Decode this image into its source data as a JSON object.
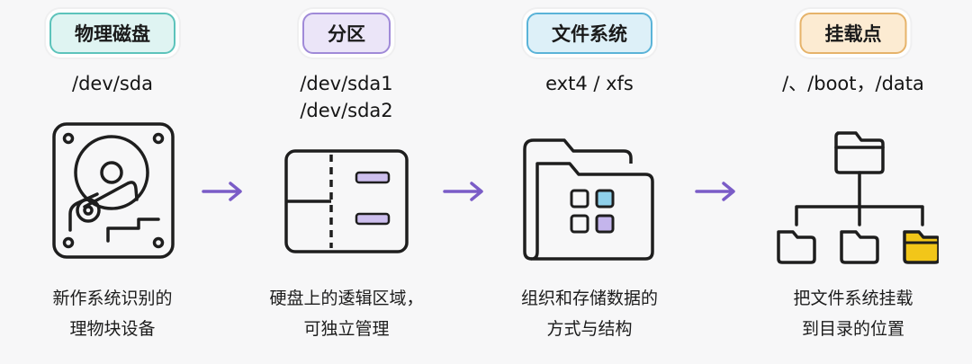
{
  "colors": {
    "stroke": "#1e1e1e",
    "arrow": "#7a5cc7",
    "teal_bg": "#dff4f2",
    "teal_border": "#5cc3bb",
    "lavender_bg": "#ebe5f8",
    "lavender_border": "#a08ad8",
    "blue_bg": "#ddf0f8",
    "blue_border": "#5ab3d8",
    "amber_bg": "#fcebd2",
    "amber_border": "#e6b36a",
    "partition_fill": "#cdbfee",
    "grid_blue": "#8fd0ea",
    "grid_purple": "#c4b5ec",
    "folder_yellow": "#f2c619"
  },
  "steps": [
    {
      "badge": "物理磁盘",
      "sub_lines": [
        "/dev/sda"
      ],
      "icon": "hard-disk-icon",
      "desc_lines": [
        "新作系统识别的",
        "理物块设备"
      ]
    },
    {
      "badge": "分区",
      "sub_lines": [
        "/dev/sda1",
        "/dev/sda2"
      ],
      "icon": "partition-icon",
      "desc_lines": [
        "硬盘上的逶辑区域，",
        "可独立管理"
      ]
    },
    {
      "badge": "文件系统",
      "sub_lines": [
        "ext4  / xfs"
      ],
      "icon": "filesystem-folder-icon",
      "desc_lines": [
        "组织和存储数据的",
        "方式与结构"
      ]
    },
    {
      "badge": "挂载点",
      "sub_lines": [
        "/、/boot，/data"
      ],
      "icon": "folder-tree-icon",
      "desc_lines": [
        "把文件系统挂载",
        "到目录的位置"
      ]
    }
  ],
  "arrows": [
    "arrow-right-icon",
    "arrow-right-icon",
    "arrow-right-icon"
  ]
}
